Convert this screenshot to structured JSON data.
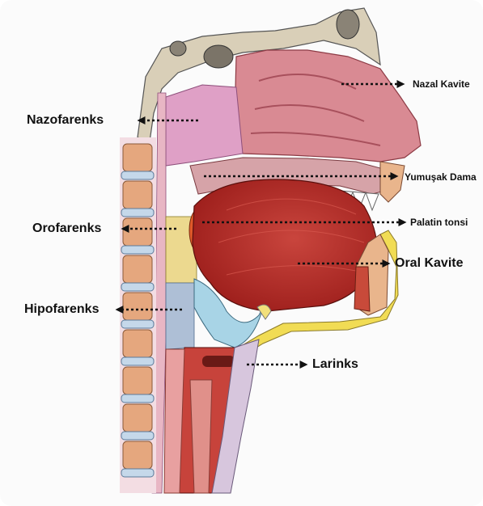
{
  "labels": {
    "nazofarenks": "Nazofarenks",
    "orofarenks": "Orofarenks",
    "hipofarenks": "Hipofarenks",
    "nazal_kavite": "Nazal Kavite",
    "yumusak_damak": "Yumuşak Dama",
    "palatin_tonsil": "Palatin tonsi",
    "oral_kavite": "Oral Kavite",
    "larinks": "Larinks"
  },
  "colors": {
    "nasal_cavity": "#d98a93",
    "nasopharynx": "#dfa0c6",
    "oropharynx": "#ecd98f",
    "hypopharynx": "#aebfd6",
    "tongue": "#b42a26",
    "fat_yellow": "#f1dc54",
    "bone": "#d9cfb8",
    "vertebra": "#e5a77e",
    "disc": "#c5d8ea"
  }
}
